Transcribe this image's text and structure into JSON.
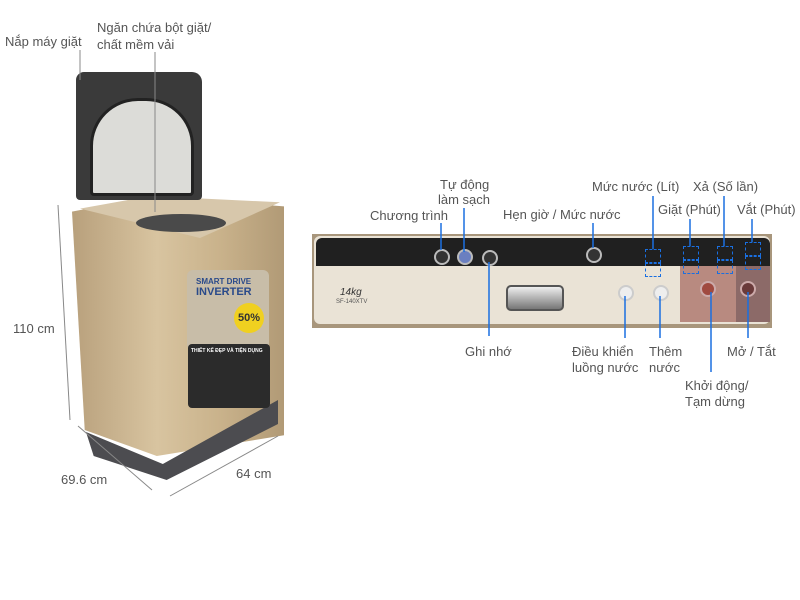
{
  "washer_labels": {
    "lid": "Nắp máy giặt",
    "detergent_line1": "Ngăn chứa bột giặt/",
    "detergent_line2": "chất mềm vải",
    "height": "110 cm",
    "depth": "69.6 cm",
    "width": "64 cm"
  },
  "product_print": {
    "brand_line1": "SMART DRIVE",
    "brand_line2": "INVERTER",
    "saving": "50%",
    "design_banner": "THIẾT KẾ ĐẸP VÀ TIỆN DỤNG",
    "capacity": "14kg",
    "model": "SF-140XTV"
  },
  "panel_labels": {
    "auto_clean_line1": "Tự động",
    "auto_clean_line2": "làm sạch",
    "program": "Chương trình",
    "timer_water": "Hẹn giờ / Mức nước",
    "water_level": "Mức nước (Lít)",
    "wash": "Giặt (Phút)",
    "rinse": "Xả (Số lần)",
    "spin": "Vắt (Phút)",
    "memory": "Ghi nhớ",
    "flow_line1": "Điều khiển",
    "flow_line2": "luồng nước",
    "add_water_line1": "Thêm",
    "add_water_line2": "nước",
    "start_line1": "Khởi động/",
    "start_line2": "Tạm dừng",
    "power": "Mở / Tắt"
  },
  "colors": {
    "leader": "#1a6fe0",
    "dimension": "#999999"
  }
}
